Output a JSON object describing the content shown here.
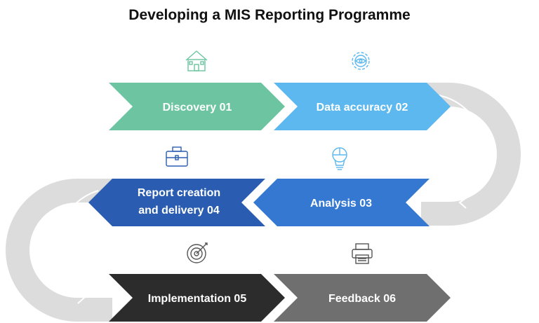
{
  "title": "Developing a MIS Reporting Programme",
  "colors": {
    "discovery": "#6cc5a0",
    "data_accuracy": "#5cb8ef",
    "analysis": "#3478d1",
    "report": "#2a5db2",
    "implementation": "#2c2c2c",
    "feedback": "#6f6f6f",
    "connector": "#dcdcdc",
    "icon_green": "#6cc5a0",
    "icon_blue": "#5cb8ef",
    "icon_dark": "#2a5db2",
    "icon_gray": "#555555"
  },
  "steps": [
    {
      "label_lines": [
        "Discovery 01"
      ],
      "icon": "house-icon"
    },
    {
      "label_lines": [
        "Data accuracy 02"
      ],
      "icon": "gear-eye-icon"
    },
    {
      "label_lines": [
        "Analysis 03"
      ],
      "icon": "lightbulb-puzzle-icon"
    },
    {
      "label_lines": [
        "Report creation",
        "and delivery 04"
      ],
      "icon": "briefcase-icon"
    },
    {
      "label_lines": [
        "Implementation 05"
      ],
      "icon": "target-icon"
    },
    {
      "label_lines": [
        "Feedback 06"
      ],
      "icon": "printer-icon"
    }
  ]
}
